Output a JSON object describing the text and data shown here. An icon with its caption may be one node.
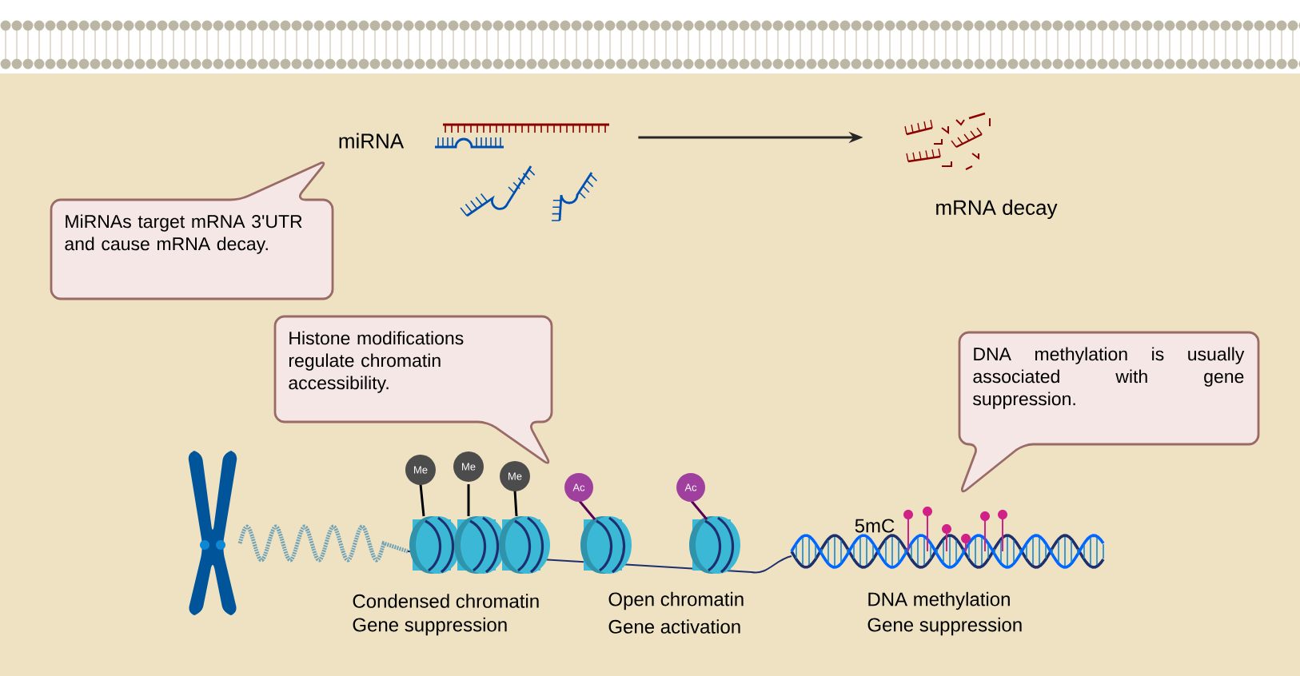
{
  "diagram": {
    "nodes": [
      {
        "text": [],
        "shape": "picture"
      },
      {
        "text": [],
        "shape": "picture"
      },
      {
        "text": [
          "MiRNAs  target mRNA 3'UTR and cause mRNA decay."
        ]
      },
      {
        "text": [
          "Histone modifications regulate chromatin accessibility."
        ]
      },
      {
        "text": [
          "DNA methylation is usually associated with gene suppression."
        ]
      }
    ],
    "edges": [
      {
        "from": 0,
        "to": 1,
        "arrow": "to"
      }
    ],
    "labels": [
      "miRNA",
      "mRNA decay",
      "Me",
      "Me",
      "Me",
      "Ac",
      "Ac",
      "5mC",
      "Condensed chromatin",
      "Gene suppression",
      "Open chromatin",
      "Gene activation",
      "DNA methylation",
      "Gene suppression"
    ]
  }
}
